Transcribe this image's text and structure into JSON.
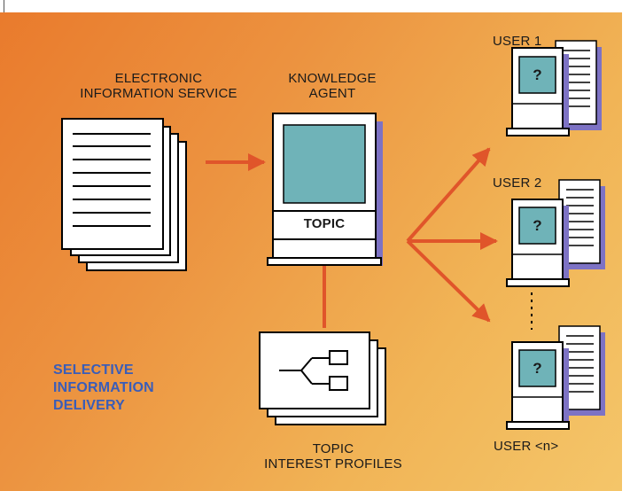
{
  "diagram": {
    "labels": {
      "service_line1": "ELECTRONIC",
      "service_line2": "INFORMATION SERVICE",
      "agent_line1": "KNOWLEDGE",
      "agent_line2": "AGENT",
      "topic": "TOPIC",
      "profiles_line1": "TOPIC",
      "profiles_line2": "INTEREST PROFILES",
      "user1": "USER 1",
      "user2": "USER 2",
      "usern": "USER <n>",
      "question": "?",
      "sid_line1": "SELECTIVE",
      "sid_line2": "INFORMATION",
      "sid_line3": "DELIVERY"
    },
    "colors": {
      "arrow": "#e0552a",
      "screen": "#6fb3b8",
      "title_blue": "#3a5db8",
      "shadow": "#7d72c4"
    }
  }
}
